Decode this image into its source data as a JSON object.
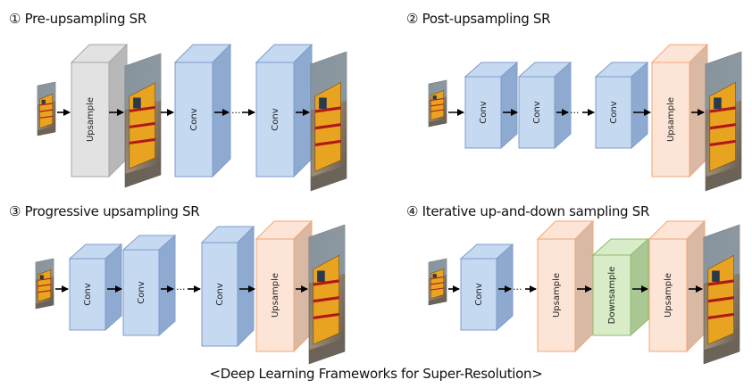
{
  "panels": [
    {
      "title": "① Pre-upsampling SR"
    },
    {
      "title": "② Post-upsampling SR"
    },
    {
      "title": "③ Progressive upsampling SR"
    },
    {
      "title": "④ Iterative up-and-down sampling SR"
    }
  ],
  "labels": {
    "conv": "Conv",
    "upsample": "Upsample",
    "downsample": "Downsample",
    "ellipsis": "···"
  },
  "caption": "<Deep Learning Frameworks for Super-Resolution>",
  "colors": {
    "conv_fill": "#c5d9f1",
    "conv_side": "#8eaad0",
    "conv_stroke": "#7f9ccb",
    "upsample_fill": "#fce4d6",
    "upsample_side": "#d9b8a4",
    "upsample_stroke": "#f0a878",
    "gray_fill": "#e2e2e2",
    "gray_side": "#b8b8b8",
    "gray_stroke": "#a6a6a6",
    "down_fill": "#d8ecc8",
    "down_side": "#a9c894",
    "down_stroke": "#8fbc6f"
  }
}
